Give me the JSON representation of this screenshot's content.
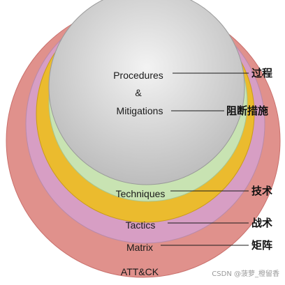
{
  "layers": [
    {
      "id": "attck",
      "label": "ATT&CK",
      "color": "#e0918c"
    },
    {
      "id": "matrix",
      "label": "Matrix",
      "zh": "矩阵",
      "color": "#d79ec4"
    },
    {
      "id": "tactics",
      "label": "Tactics",
      "zh": "战术",
      "color": "#ebbb2e"
    },
    {
      "id": "techniques",
      "label": "Techniques",
      "zh": "技术",
      "color": "#c8e3b2"
    },
    {
      "id": "procedures",
      "color": "#dcdcdc"
    }
  ],
  "inner_labels": {
    "procedures": "Procedures",
    "and": "&",
    "mitigations": "Mitigations",
    "procedures_zh": "过程",
    "mitigations_zh": "阻断措施"
  },
  "watermark": "CSDN @菠萝_橙留香"
}
